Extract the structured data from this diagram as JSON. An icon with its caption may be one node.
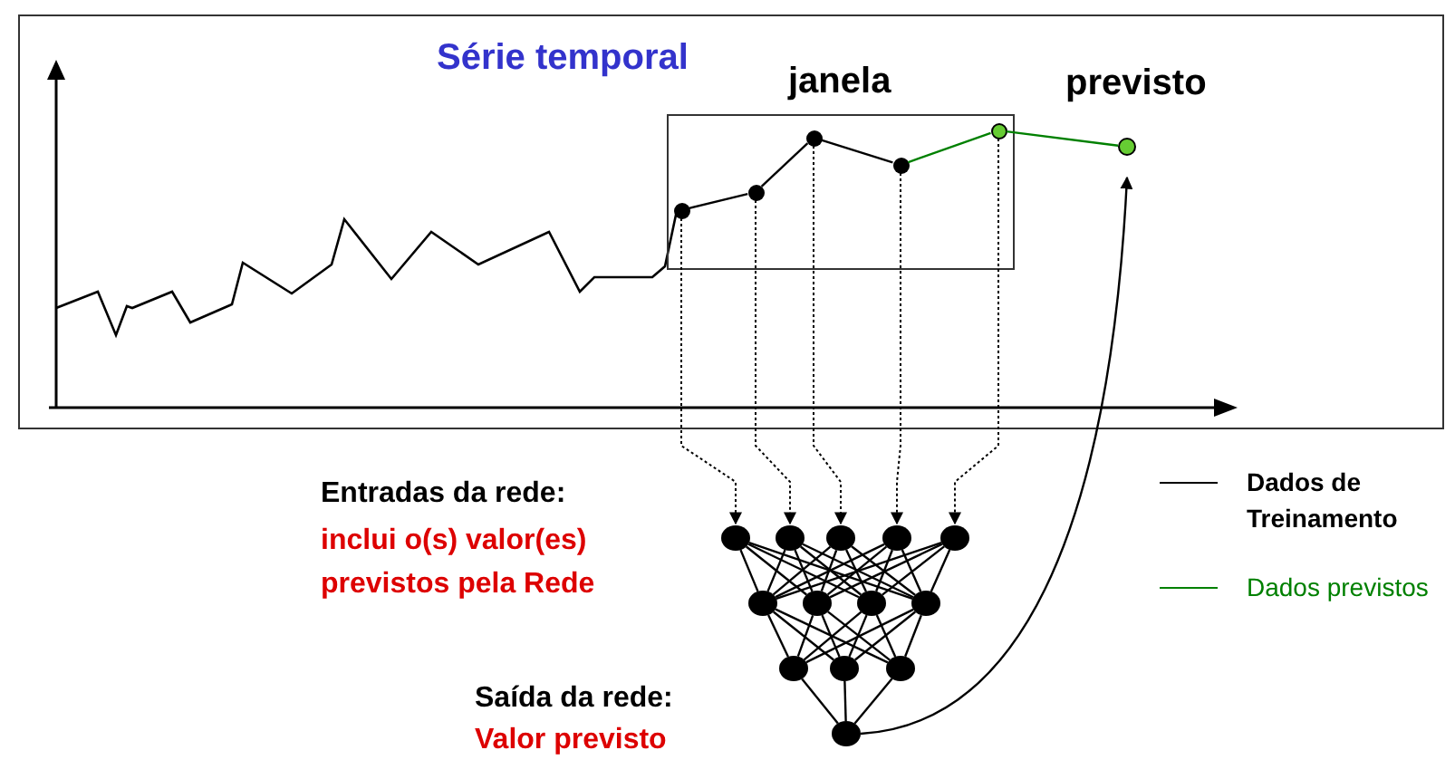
{
  "diagram": {
    "nodes": [
      {
        "text": [
          "Série temporal"
        ]
      },
      {
        "text": [
          "janela"
        ],
        "in": 0
      },
      {
        "text": [],
        "shape": "circle",
        "in": 1
      },
      {
        "text": [],
        "shape": "circle",
        "in": 1
      },
      {
        "text": [],
        "shape": "circle",
        "in": 1
      },
      {
        "text": [],
        "shape": "circle",
        "in": 1
      },
      {
        "text": [],
        "shape": "circle",
        "in": 1
      },
      {
        "text": [],
        "shape": "circle",
        "in": 0
      },
      {
        "text": [],
        "shape": "circle"
      },
      {
        "text": [],
        "shape": "circle"
      },
      {
        "text": [],
        "shape": "circle"
      },
      {
        "text": [],
        "shape": "circle"
      },
      {
        "text": [],
        "shape": "circle"
      },
      {
        "text": [],
        "shape": "circle"
      },
      {
        "text": [],
        "shape": "circle"
      },
      {
        "text": [],
        "shape": "circle"
      },
      {
        "text": [],
        "shape": "circle"
      },
      {
        "text": [],
        "shape": "circle"
      },
      {
        "text": [],
        "shape": "circle"
      },
      {
        "text": [],
        "shape": "circle"
      },
      {
        "text": [],
        "shape": "circle"
      }
    ],
    "edges": [
      {
        "from": 2,
        "to": 3,
        "arrow": "none"
      },
      {
        "from": 3,
        "to": 4,
        "arrow": "none"
      },
      {
        "from": 4,
        "to": 5,
        "arrow": "none"
      },
      {
        "from": 5,
        "to": 6,
        "arrow": "none",
        "color": "#008000"
      },
      {
        "from": 6,
        "to": 7,
        "arrow": "none",
        "color": "#008000"
      },
      {
        "from": 2,
        "to": 8,
        "arrow": "to",
        "style": "dashed"
      },
      {
        "from": 3,
        "to": 9,
        "arrow": "to",
        "style": "dashed"
      },
      {
        "from": 4,
        "to": 10,
        "arrow": "to",
        "style": "dashed"
      },
      {
        "from": 5,
        "to": 11,
        "arrow": "to",
        "style": "dashed"
      },
      {
        "from": 6,
        "to": 12,
        "arrow": "to",
        "style": "dashed"
      },
      {
        "from": 8,
        "to": 13,
        "arrow": "none"
      },
      {
        "from": 8,
        "to": 14,
        "arrow": "none"
      },
      {
        "from": 8,
        "to": 15,
        "arrow": "none"
      },
      {
        "from": 8,
        "to": 16,
        "arrow": "none"
      },
      {
        "from": 9,
        "to": 13,
        "arrow": "none"
      },
      {
        "from": 9,
        "to": 14,
        "arrow": "none"
      },
      {
        "from": 9,
        "to": 15,
        "arrow": "none"
      },
      {
        "from": 9,
        "to": 16,
        "arrow": "none"
      },
      {
        "from": 10,
        "to": 13,
        "arrow": "none"
      },
      {
        "from": 10,
        "to": 14,
        "arrow": "none"
      },
      {
        "from": 10,
        "to": 15,
        "arrow": "none"
      },
      {
        "from": 10,
        "to": 16,
        "arrow": "none"
      },
      {
        "from": 11,
        "to": 13,
        "arrow": "none"
      },
      {
        "from": 11,
        "to": 14,
        "arrow": "none"
      },
      {
        "from": 11,
        "to": 15,
        "arrow": "none"
      },
      {
        "from": 11,
        "to": 16,
        "arrow": "none"
      },
      {
        "from": 12,
        "to": 13,
        "arrow": "none"
      },
      {
        "from": 12,
        "to": 14,
        "arrow": "none"
      },
      {
        "from": 12,
        "to": 15,
        "arrow": "none"
      },
      {
        "from": 12,
        "to": 16,
        "arrow": "none"
      },
      {
        "from": 13,
        "to": 17,
        "arrow": "none"
      },
      {
        "from": 13,
        "to": 18,
        "arrow": "none"
      },
      {
        "from": 13,
        "to": 19,
        "arrow": "none"
      },
      {
        "from": 14,
        "to": 17,
        "arrow": "none"
      },
      {
        "from": 14,
        "to": 18,
        "arrow": "none"
      },
      {
        "from": 14,
        "to": 19,
        "arrow": "none"
      },
      {
        "from": 15,
        "to": 17,
        "arrow": "none"
      },
      {
        "from": 15,
        "to": 18,
        "arrow": "none"
      },
      {
        "from": 15,
        "to": 19,
        "arrow": "none"
      },
      {
        "from": 16,
        "to": 17,
        "arrow": "none"
      },
      {
        "from": 16,
        "to": 18,
        "arrow": "none"
      },
      {
        "from": 16,
        "to": 19,
        "arrow": "none"
      },
      {
        "from": 17,
        "to": 20,
        "arrow": "none"
      },
      {
        "from": 18,
        "to": 20,
        "arrow": "none"
      },
      {
        "from": 19,
        "to": 20,
        "arrow": "none"
      },
      {
        "from": 20,
        "to": 7,
        "arrow": "to"
      }
    ],
    "labels": [
      "previsto",
      "Entradas da rede:",
      "inclui o(s) valor(es) previstos pela Rede",
      "Saída da rede:",
      "Valor previsto"
    ],
    "legend": [
      {
        "text": "Dados de Treinamento"
      },
      {
        "text": "Dados previstos"
      }
    ]
  }
}
